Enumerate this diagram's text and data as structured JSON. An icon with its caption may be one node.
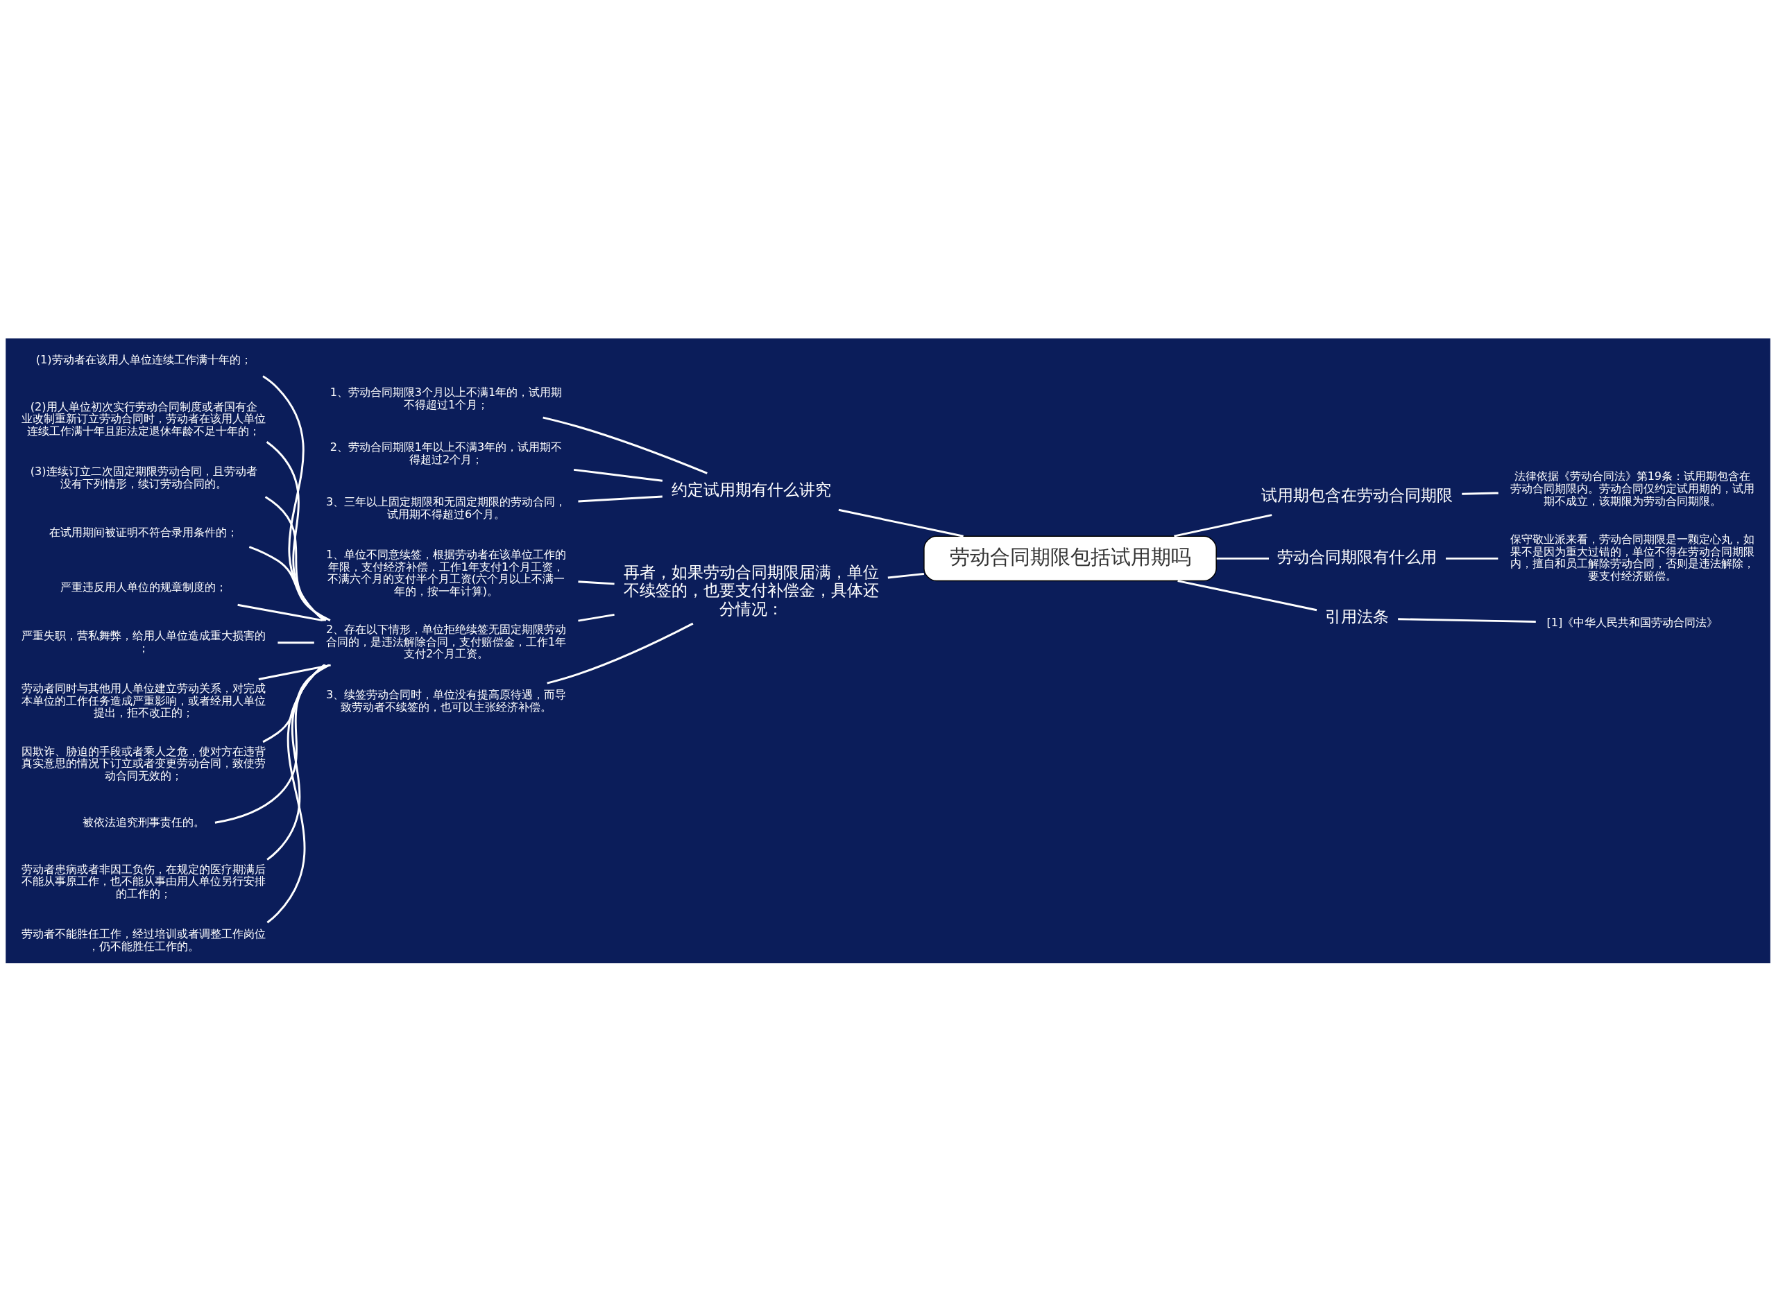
{
  "diagram": {
    "nodes": [
      {
        "text": [
          "劳动合同期限包括试用期吗"
        ]
      },
      {
        "text": [
          "约定试用期有什么讲究"
        ]
      },
      {
        "text": [
          "1、劳动合同期限3个月以上不满1年的，试用期不得超过1个月；"
        ]
      },
      {
        "text": [
          "2、劳动合同期限1年以上不满3年的，试用期不得超过2个月；"
        ]
      },
      {
        "text": [
          "3、三年以上固定期限和无固定期限的劳动合同，试用期不得超过6个月。"
        ]
      },
      {
        "text": [
          "再者，如果劳动合同期限届满，单位不续签的，也要支付补偿金，具体还分情况："
        ]
      },
      {
        "text": [
          "1、单位不同意续签，根据劳动者在该单位工作的年限，支付经济补偿，工作1年支付1个月工资，不满六个月的支付半个月工资(六个月以上不满一年的，按一年计算)。"
        ]
      },
      {
        "text": [
          "2、存在以下情形，单位拒绝续签无固定期限劳动合同的，是违法解除合同，支付赔偿金，工作1年支付2个月工资。"
        ]
      },
      {
        "text": [
          "(1)劳动者在该用人单位连续工作满十年的；"
        ]
      },
      {
        "text": [
          "(2)用人单位初次实行劳动合同制度或者国有企业改制重新订立劳动合同时，劳动者在该用人单位连续工作满十年且距法定退休年龄不足十年的；"
        ]
      },
      {
        "text": [
          "(3)连续订立二次固定期限劳动合同，且劳动者没有下列情形，续订劳动合同的。"
        ]
      },
      {
        "text": [
          "在试用期间被证明不符合录用条件的；"
        ]
      },
      {
        "text": [
          "严重违反用人单位的规章制度的；"
        ]
      },
      {
        "text": [
          "严重失职，营私舞弊，给用人单位造成重大损害的；"
        ]
      },
      {
        "text": [
          "劳动者同时与其他用人单位建立劳动关系，对完成本单位的工作任务造成严重影响，或者经用人单位提出，拒不改正的；"
        ]
      },
      {
        "text": [
          "因欺诈、胁迫的手段或者乘人之危，使对方在违背真实意思的情况下订立或者变更劳动合同，致使劳动合同无效的；"
        ]
      },
      {
        "text": [
          "被依法追究刑事责任的。"
        ]
      },
      {
        "text": [
          "劳动者患病或者非因工负伤，在规定的医疗期满后不能从事原工作，也不能从事由用人单位另行安排的工作的；"
        ]
      },
      {
        "text": [
          "劳动者不能胜任工作，经过培训或者调整工作岗位，仍不能胜任工作的。"
        ]
      },
      {
        "text": [
          "3、续签劳动合同时，单位没有提高原待遇，而导致劳动者不续签的，也可以主张经济补偿。"
        ]
      },
      {
        "text": [
          "试用期包含在劳动合同期限"
        ]
      },
      {
        "text": [
          "法律依据《劳动合同法》第19条：试用期包含在劳动合同期限内。劳动合同仅约定试用期的，试用期不成立，该期限为劳动合同期限。"
        ]
      },
      {
        "text": [
          "劳动合同期限有什么用"
        ]
      },
      {
        "text": [
          "保守敬业派来看，劳动合同期限是一颗定心丸，如果不是因为重大过错的，单位不得在劳动合同期限内，擅自和员工解除劳动合同，否则是违法解除，要支付经济赔偿。"
        ]
      },
      {
        "text": [
          "引用法条"
        ]
      },
      {
        "text": [
          "[1]《中华人民共和国劳动合同法》"
        ]
      }
    ],
    "edges": [
      {
        "from": 0,
        "to": 1,
        "arrow": "none"
      },
      {
        "from": 1,
        "to": 2,
        "arrow": "none"
      },
      {
        "from": 1,
        "to": 3,
        "arrow": "none"
      },
      {
        "from": 1,
        "to": 4,
        "arrow": "none"
      },
      {
        "from": 0,
        "to": 5,
        "arrow": "none"
      },
      {
        "from": 5,
        "to": 6,
        "arrow": "none"
      },
      {
        "from": 5,
        "to": 7,
        "arrow": "none"
      },
      {
        "from": 7,
        "to": 8,
        "arrow": "none"
      },
      {
        "from": 7,
        "to": 9,
        "arrow": "none"
      },
      {
        "from": 7,
        "to": 10,
        "arrow": "none"
      },
      {
        "from": 7,
        "to": 11,
        "arrow": "none"
      },
      {
        "from": 7,
        "to": 12,
        "arrow": "none"
      },
      {
        "from": 7,
        "to": 13,
        "arrow": "none"
      },
      {
        "from": 7,
        "to": 14,
        "arrow": "none"
      },
      {
        "from": 7,
        "to": 15,
        "arrow": "none"
      },
      {
        "from": 7,
        "to": 16,
        "arrow": "none"
      },
      {
        "from": 7,
        "to": 17,
        "arrow": "none"
      },
      {
        "from": 7,
        "to": 18,
        "arrow": "none"
      },
      {
        "from": 5,
        "to": 19,
        "arrow": "none"
      },
      {
        "from": 0,
        "to": 20,
        "arrow": "none"
      },
      {
        "from": 20,
        "to": 21,
        "arrow": "none"
      },
      {
        "from": 0,
        "to": 22,
        "arrow": "none"
      },
      {
        "from": 22,
        "to": 23,
        "arrow": "none"
      },
      {
        "from": 0,
        "to": 24,
        "arrow": "none"
      },
      {
        "from": 24,
        "to": 25,
        "arrow": "none"
      }
    ]
  }
}
